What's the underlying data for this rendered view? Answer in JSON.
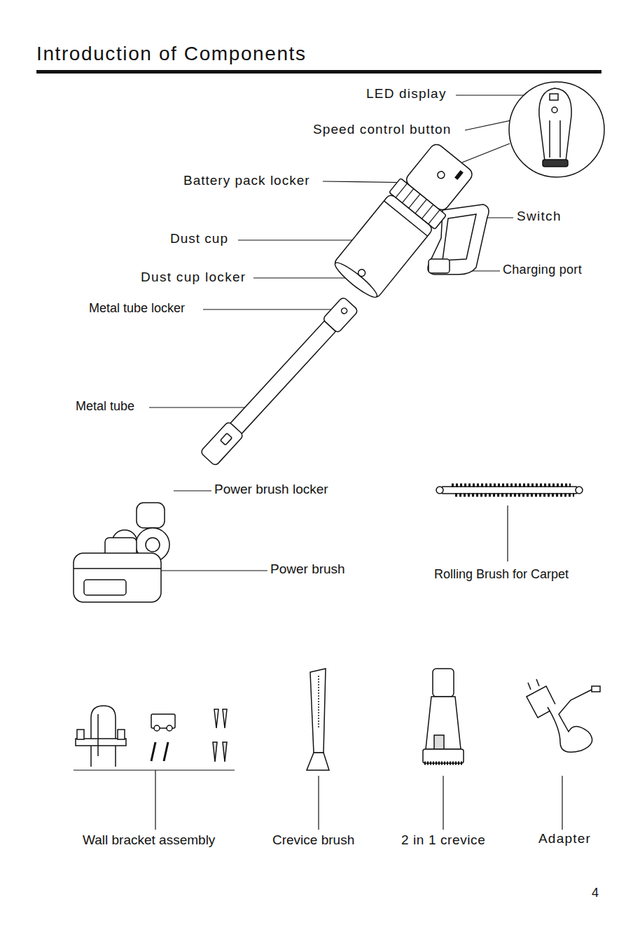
{
  "diagram": {
    "title": "Introduction of Components",
    "labels": [
      "LED display",
      "Speed control button",
      "Battery pack locker",
      "Switch",
      "Dust cup",
      "Charging port",
      "Dust cup locker",
      "Metal tube locker",
      "Metal tube",
      "Power brush locker",
      "Power brush",
      "Rolling Brush for Carpet",
      "Wall bracket assembly",
      "Crevice brush",
      "2 in 1 crevice",
      "Adapter",
      "4"
    ]
  }
}
